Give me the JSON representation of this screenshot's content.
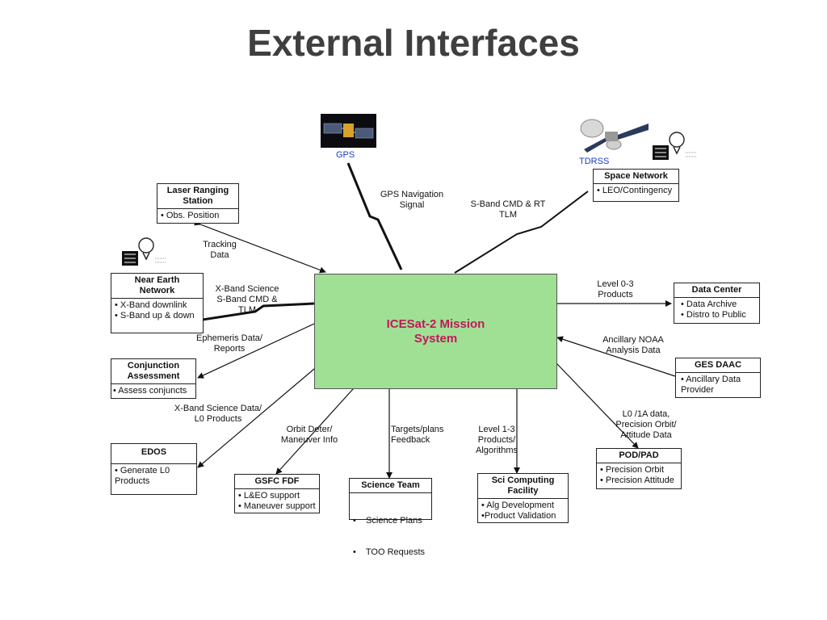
{
  "title": "External Interfaces",
  "colors": {
    "central_fill": "#9fe095",
    "central_text": "#c2185b",
    "satellite_label": "#1a3cc9"
  },
  "central": {
    "label": "ICESat-2 Mission System"
  },
  "satellites": {
    "gps": "GPS",
    "tdrss": "TDRSS"
  },
  "boxes": {
    "laser": {
      "title": "Laser Ranging Station",
      "items": [
        "• Obs. Position"
      ]
    },
    "nen": {
      "title": "Near Earth Network",
      "items": [
        "• X-Band downlink",
        "• S-Band up & down"
      ]
    },
    "conj": {
      "title": "Conjunction Assessment",
      "items": [
        "• Assess conjuncts"
      ]
    },
    "edos": {
      "title": "EDOS",
      "items": [
        "• Generate L0",
        "Products"
      ]
    },
    "gsfc": {
      "title": "GSFC FDF",
      "items": [
        "• L&EO support",
        "• Maneuver support"
      ]
    },
    "science": {
      "title": "Science Team",
      "items": [
        "•    Science Plans",
        "•    TOO Requests"
      ]
    },
    "scicomp": {
      "title": "Sci Computing Facility",
      "items": [
        "• Alg Development",
        "•Product Validation"
      ]
    },
    "podpad": {
      "title": "POD/PAD",
      "items": [
        "• Precision Orbit",
        "• Precision Attitude"
      ]
    },
    "gesdaac": {
      "title": "GES DAAC",
      "items": [
        "• Ancillary Data",
        "Provider"
      ]
    },
    "datacenter": {
      "title": "Data Center",
      "items": [
        "• Data Archive",
        "• Distro to Public"
      ]
    },
    "spacenet": {
      "title": "Space Network",
      "items": [
        "• LEO/Contingency"
      ]
    }
  },
  "flows": {
    "gps_nav": "GPS Navigation\nSignal",
    "sband_rt": "S-Band CMD & RT\nTLM",
    "tracking": "Tracking\nData",
    "xband_sci": "X-Band Science\nS-Band CMD &\nTLM",
    "ephemeris": "Ephemeris Data/\nReports",
    "xband_l0": "X-Band Science Data/\nL0 Products",
    "orbit_det": "Orbit Deter/\nManeuver Info",
    "targets": "Targets/plans\nFeedback",
    "level13": "Level 1-3\nProducts/\nAlgorithms",
    "l0_1a": "L0 /1A data,\nPrecision Orbit/\nAttitude Data",
    "ancillary": "Ancillary NOAA\nAnalysis Data",
    "level03": "Level 0-3\nProducts"
  }
}
